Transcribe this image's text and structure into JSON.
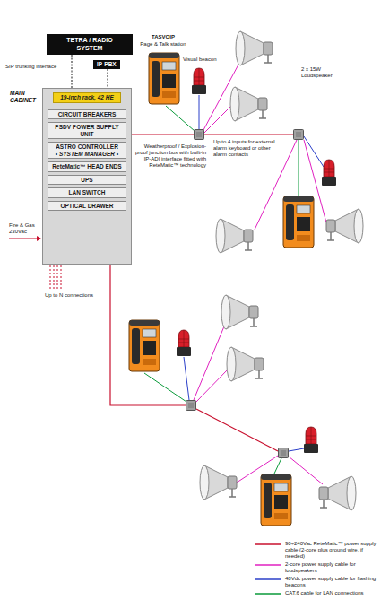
{
  "diagram": {
    "nodes": [
      {
        "text": [
          "TETRA / RADIO SYSTEM"
        ]
      },
      {
        "text": [
          "IP-PBX"
        ]
      },
      {
        "text": [
          "MAIN CABINET"
        ]
      },
      {
        "text": [
          "19-inch rack, 42 HE"
        ],
        "in": 2
      },
      {
        "text": [
          "CIRCUIT BREAKERS"
        ],
        "in": 2
      },
      {
        "text": [
          "PSDV POWER SUPPLY UNIT"
        ],
        "in": 2
      },
      {
        "text": [
          "ASTRO CONTROLLER",
          "• SYSTEM MANAGER •"
        ],
        "in": 2
      },
      {
        "text": [
          "ReteMatic™ HEAD ENDS"
        ],
        "in": 2
      },
      {
        "text": [
          "UPS"
        ],
        "in": 2
      },
      {
        "text": [
          "LAN SWITCH"
        ],
        "in": 2
      },
      {
        "text": [
          "OPTICAL DRAWER"
        ],
        "in": 2
      }
    ],
    "edges": [
      {
        "from": 0,
        "to": 2,
        "arrow": "none"
      },
      {
        "from": 1,
        "to": 2,
        "arrow": "none"
      }
    ],
    "labels": [
      "SIP trunking interface",
      "TASVOIP",
      "Page & Talk station",
      "Visual beacon",
      "2 x 15W Loudspeaker",
      "Weatherproof / Explosion-proof junction box with built-in IP-ADI interface fitted with ReteMatic™ technology",
      "Up to 4 inputs for external alarm keyboard or other alarm contacts",
      "Fire & Gas 230Vac",
      "Up to N connections"
    ],
    "legend": [
      {
        "text": "90÷240Vac ReteMatic™ power supply cable (2-core plus ground wire, if needed)"
      },
      {
        "text": "2-core power supply cable for loudspeakers"
      },
      {
        "text": "48Vdc power supply cable for flashing beacons"
      },
      {
        "text": "CAT.6 cable for LAN connections"
      }
    ]
  }
}
